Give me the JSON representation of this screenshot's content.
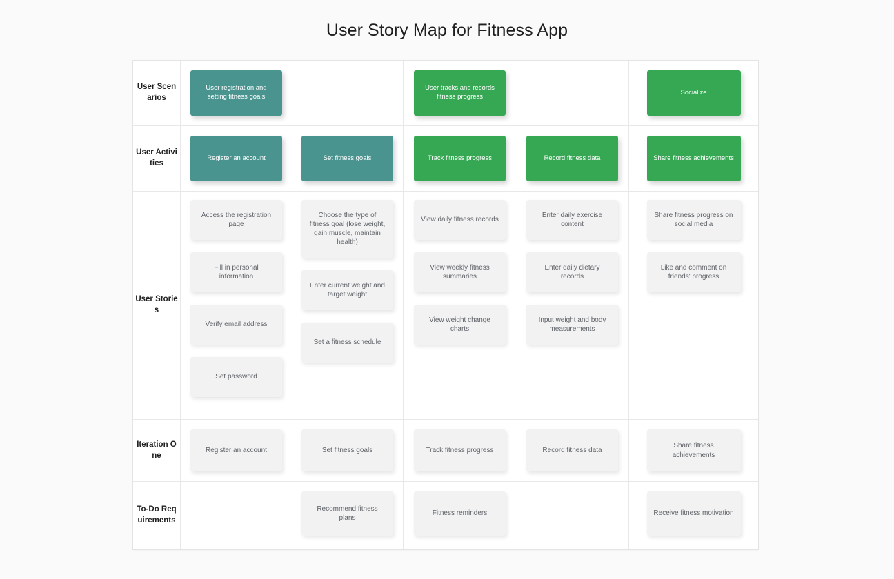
{
  "title": "User Story Map for Fitness App",
  "colors": {
    "teal": "#4a9490",
    "green": "#36a853",
    "card_grey": "#f2f2f2",
    "background": "#fafafa",
    "board": "#ffffff"
  },
  "rows": {
    "scenarios": {
      "label": "User Scenarios",
      "cards": [
        {
          "text": "User registration and setting fitness goals",
          "color": "teal"
        },
        {
          "text": "",
          "color": "none"
        },
        {
          "text": "User tracks and records fitness progress",
          "color": "green"
        },
        {
          "text": "",
          "color": "none"
        },
        {
          "text": "Socialize",
          "color": "green"
        }
      ]
    },
    "activities": {
      "label": "User Activities",
      "cards": [
        {
          "text": "Register an account",
          "color": "teal"
        },
        {
          "text": "Set fitness goals",
          "color": "teal"
        },
        {
          "text": "Track fitness progress",
          "color": "green"
        },
        {
          "text": "Record fitness data",
          "color": "green"
        },
        {
          "text": "Share fitness achievements",
          "color": "green"
        }
      ]
    },
    "stories": {
      "label": "User Stories",
      "columns": [
        [
          "Access the registration page",
          "Fill in personal information",
          "Verify email address",
          "Set password"
        ],
        [
          "Choose the type of fitness goal (lose weight, gain muscle, maintain health)",
          "Enter current weight and target weight",
          "Set a fitness schedule"
        ],
        [
          "View daily fitness records",
          "View weekly fitness summaries",
          "View weight change charts"
        ],
        [
          "Enter daily exercise content",
          "Enter daily dietary records",
          "Input weight and body measurements"
        ],
        [
          "Share fitness progress on social media",
          "Like and comment on friends' progress"
        ]
      ]
    },
    "iteration_one": {
      "label": "Iteration One",
      "cards": [
        "Register an account",
        "Set fitness goals",
        "Track fitness progress",
        "Record fitness data",
        "Share fitness achievements"
      ]
    },
    "todo": {
      "label": "To-Do Requirements",
      "cards": [
        "",
        "Recommend fitness plans",
        "Fitness reminders",
        "",
        "Receive fitness motivation"
      ]
    }
  }
}
